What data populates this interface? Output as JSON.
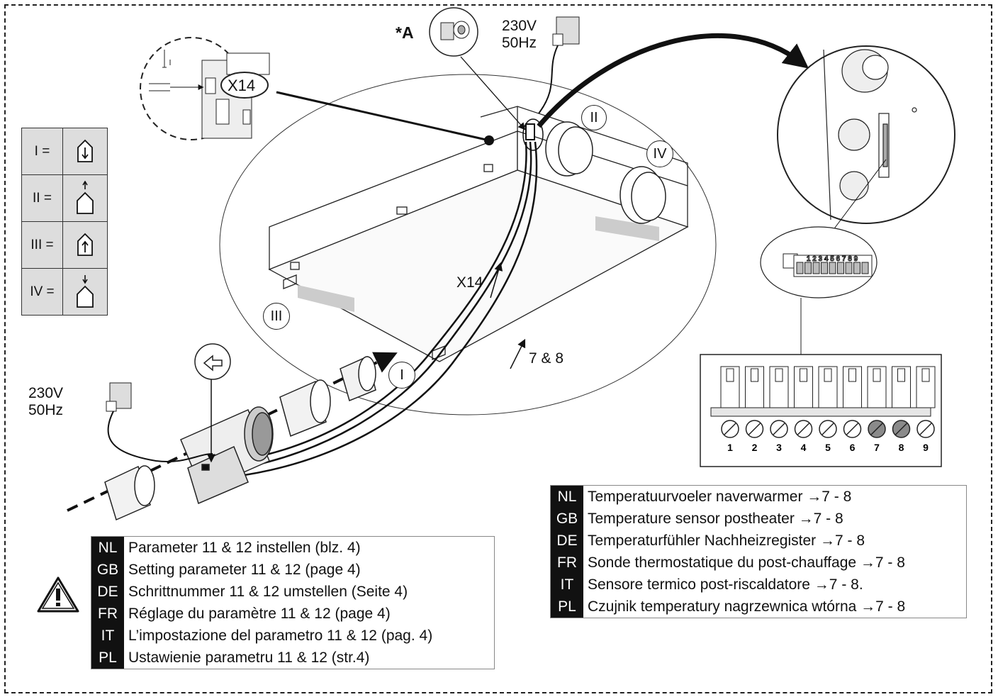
{
  "labels": {
    "note_a": "*A",
    "power_top_v": "230V",
    "power_top_hz": "50Hz",
    "power_left_v": "230V",
    "power_left_hz": "50Hz",
    "x14_callout": "X14",
    "x14_cable": "X14",
    "cable_78": "7 & 8",
    "port_I": "I",
    "port_II": "II",
    "port_III": "III",
    "port_IV": "IV"
  },
  "legend": [
    {
      "key": "I =",
      "icon": "house-arrow-down-inside-icon"
    },
    {
      "key": "II =",
      "icon": "house-arrow-up-above-icon"
    },
    {
      "key": "III =",
      "icon": "house-arrow-up-inside-icon"
    },
    {
      "key": "IV =",
      "icon": "house-arrow-down-above-icon"
    }
  ],
  "terminals": [
    "1",
    "2",
    "3",
    "4",
    "5",
    "6",
    "7",
    "8",
    "9"
  ],
  "connector_pins": "1 2 3 4 5 6 7 8 9",
  "highlight_terminals": [
    "7",
    "8"
  ],
  "settings_table": [
    {
      "code": "NL",
      "text": "Parameter 11 & 12 instellen (blz. 4)"
    },
    {
      "code": "GB",
      "text": "Setting parameter 11 & 12 (page 4)"
    },
    {
      "code": "DE",
      "text": "Schrittnummer 11 & 12 umstellen (Seite 4)"
    },
    {
      "code": "FR",
      "text": "Réglage du paramètre 11 & 12 (page 4)"
    },
    {
      "code": "IT",
      "text": "L’impostazione del parametro 11 & 12 (pag. 4)"
    },
    {
      "code": "PL",
      "text": "Ustawienie parametru 11 & 12 (str.4)"
    }
  ],
  "sensor_table": [
    {
      "code": "NL",
      "text": "Temperatuurvoeler naverwarmer →7 - 8"
    },
    {
      "code": "GB",
      "text": "Temperature sensor postheater →7 - 8"
    },
    {
      "code": "DE",
      "text": "Temperaturfühler Nachheizregister →7 - 8"
    },
    {
      "code": "FR",
      "text": "Sonde thermostatique du post-chauffage →7 - 8"
    },
    {
      "code": "IT",
      "text": "Sensore termico post-riscaldatore →7 - 8."
    },
    {
      "code": "PL",
      "text": "Czujnik temperatury nagrzewnica wtórna →7 - 8"
    }
  ],
  "colors": {
    "terminal_highlight": "#8a8a8a",
    "legend_bg": "#dddddd",
    "code_bg": "#111111"
  }
}
